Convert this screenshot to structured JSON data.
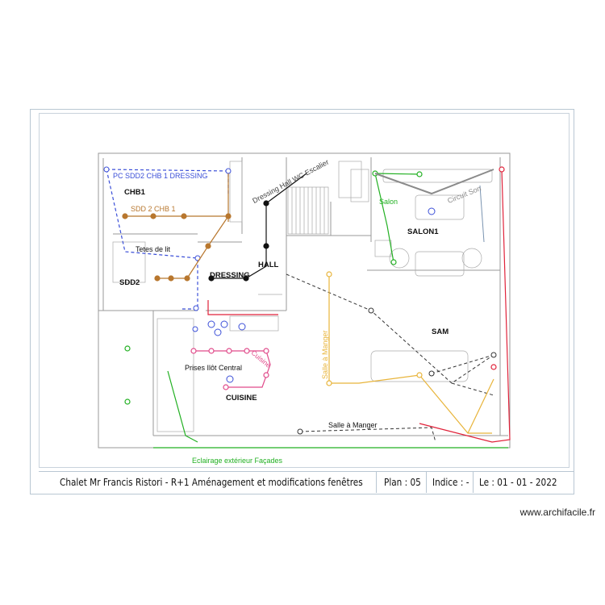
{
  "rooms": {
    "chb1": "CHB1",
    "sdd2": "SDD2",
    "dressing": "DRESSING",
    "hall": "HALL",
    "salon1": "SALON1",
    "sam": "SAM",
    "cuisine": "CUISINE"
  },
  "circuits": {
    "pc_sdd2": "PC SDD2 CHB 1 DRESSING",
    "sdd2_chb1": "SDD 2 CHB 1",
    "tetes_lit": "Tetes de lit",
    "dressing_hall": "Dressing Hall WC Escalier",
    "salon": "Salon",
    "circuit_son": "Circuit Son",
    "salle_manger_v": "Salle à Manger",
    "salle_manger_h": "Salle à Manger",
    "prises_ilot": "Prises Ilôt Central",
    "cuisine": "Cuisine",
    "eclairage_ext": "Eclairage extérieur Façades"
  },
  "colors": {
    "blue": "#3b4fd8",
    "orange": "#b8772e",
    "black": "#111111",
    "green": "#22b022",
    "gray": "#8a8a8a",
    "yellow": "#e8b43a",
    "red": "#e0223a",
    "pink": "#e04a8a",
    "slate": "#7a93b0"
  },
  "title_block": {
    "project": "Chalet Mr Francis Ristori - R+1 Aménagement et modifications fenêtres",
    "plan": "Plan : 05",
    "indice": "Indice : -",
    "date": "Le : 01 - 01 - 2022"
  },
  "watermark": "www.archifacile.fr"
}
